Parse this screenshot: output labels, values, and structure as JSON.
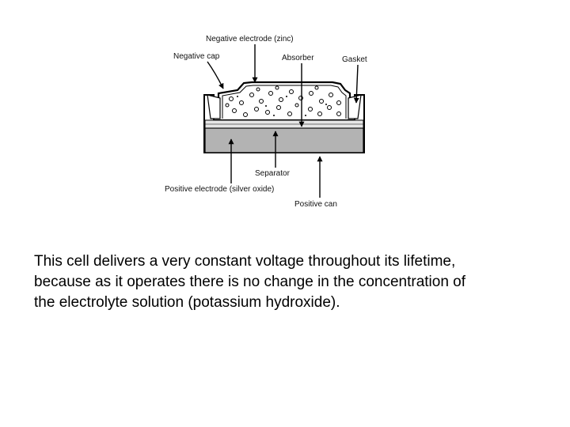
{
  "diagram": {
    "labels": {
      "negative_electrode": "Negative electrode (zinc)",
      "negative_cap": "Negative cap",
      "absorber": "Absorber",
      "gasket": "Gasket",
      "separator": "Separator",
      "positive_electrode": "Positive electrode (silver oxide)",
      "positive_can": "Positive can"
    }
  },
  "caption": {
    "line1": "This cell delivers a very constant voltage throughout its lifetime,",
    "line2": "because as it operates there is no change in the concentration of",
    "line3": "the electrolyte solution (potassium hydroxide)."
  }
}
